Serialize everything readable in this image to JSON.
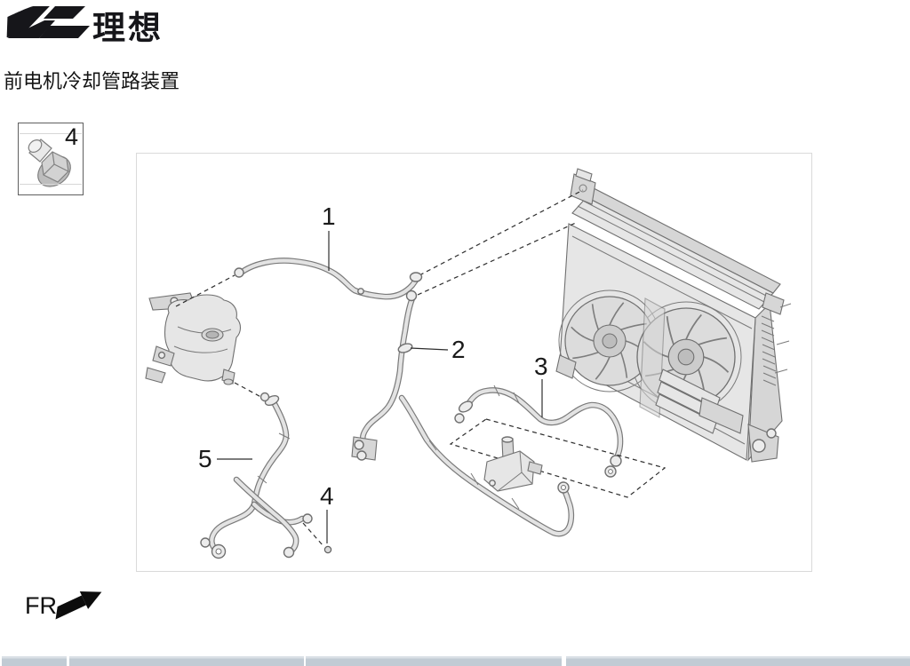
{
  "brand": {
    "logo_icon": "li-auto-logo-icon",
    "logo_text": "理想"
  },
  "page": {
    "title": "前电机冷却管路装置"
  },
  "legend_inset": {
    "label": "4",
    "icon": "hex-flange-bolt-icon"
  },
  "callouts": {
    "c1": "1",
    "c2": "2",
    "c3": "3",
    "c4": "4",
    "c5": "5"
  },
  "direction_indicator": {
    "label": "FR.",
    "icon": "front-direction-arrow-icon"
  },
  "footer_table": {
    "header_cells": [
      "",
      "",
      "",
      ""
    ]
  },
  "colors": {
    "table_header_fill": "#c1cbd4",
    "diagram_border": "#dadada",
    "line_art_stroke": "#707070"
  }
}
